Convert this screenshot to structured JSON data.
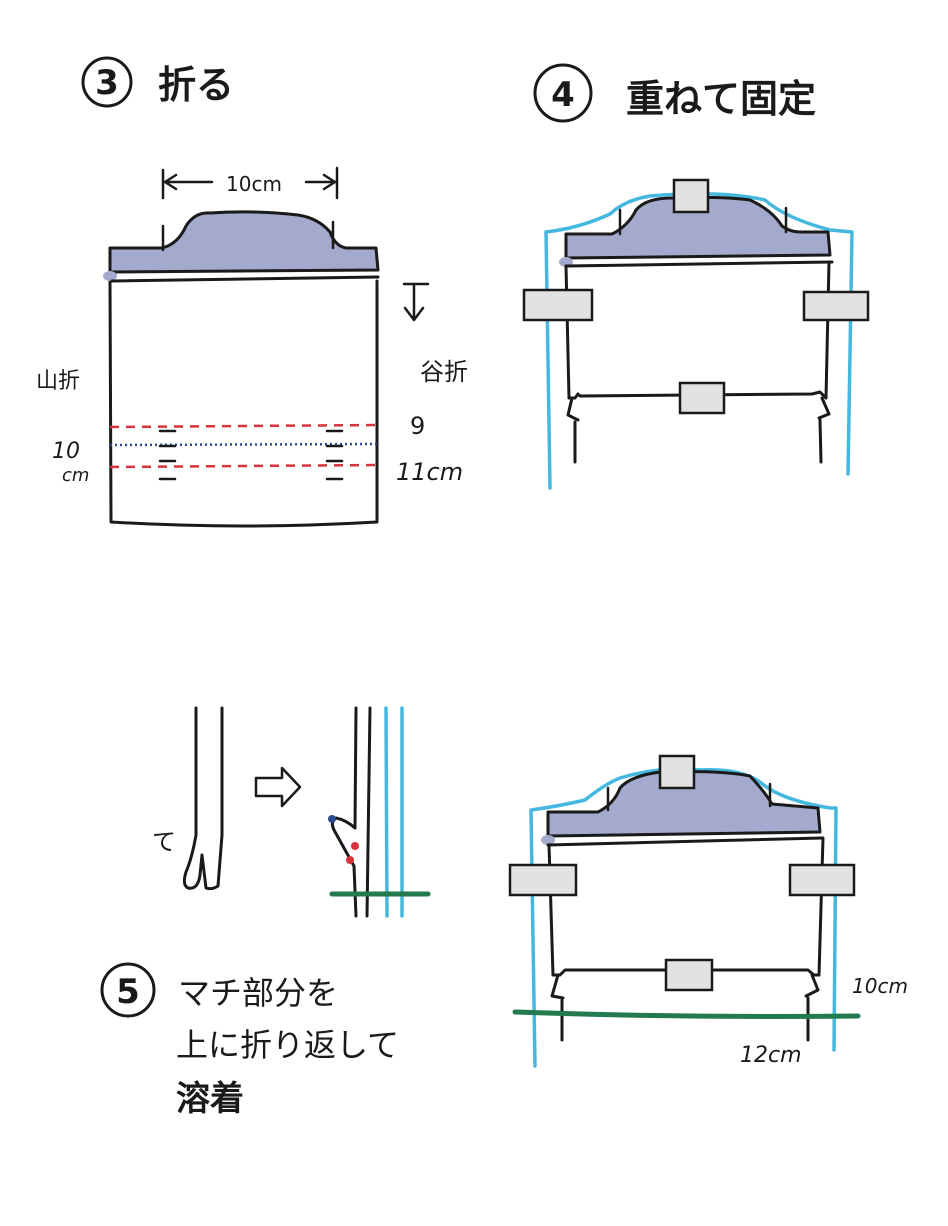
{
  "step3": {
    "number": "3",
    "title": "折る",
    "width_label": "10cm",
    "mountain_label": "山折",
    "mountain_value_line1": "10",
    "mountain_value_line2": "cm",
    "valley_label": "谷折",
    "valley_value_top": "9",
    "valley_value_bottom": "11cm"
  },
  "step4": {
    "number": "4",
    "title": "重ねて固定"
  },
  "step5": {
    "number": "5",
    "side_mark": "て",
    "instruction_line1": "マチ部分を",
    "instruction_line2": "上に折り返して",
    "instruction_line3": "溶着",
    "lining_label": "10cm",
    "seam_label": "12cm"
  },
  "colors": {
    "flap": "#a3aacd",
    "lining": "#45b8df",
    "seam": "#237a4e",
    "valley_fold": "#d6323a",
    "mountain_fold": "#2a4c8f",
    "tape": "#e2e2e2"
  }
}
